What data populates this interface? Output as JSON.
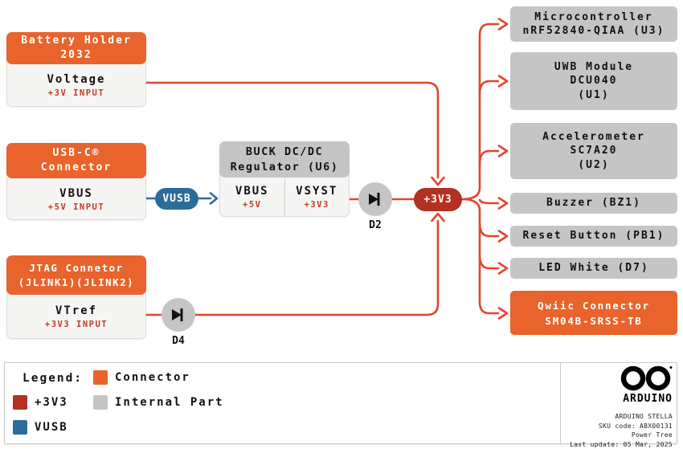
{
  "colors": {
    "orange": "#E8642C",
    "internal": "#C5C5C5",
    "v3v3": "#B23120",
    "vusb": "#2D6C98",
    "wire": "#E2452C",
    "note-red": "#C43A22",
    "box-bg": "#F5F5F4",
    "box-border": "#DBDBD9"
  },
  "sources": [
    {
      "title_lines": [
        "Battery Holder",
        "2032"
      ],
      "signal": "Voltage",
      "note": "+3V INPUT"
    },
    {
      "title_lines": [
        "USB-C®",
        "Connector"
      ],
      "signal": "VBUS",
      "note": "+5V INPUT"
    },
    {
      "title_lines": [
        "JTAG Connetor",
        "(JLINK1)(JLINK2)"
      ],
      "signal": "VTref",
      "note": "+3V3 INPUT"
    }
  ],
  "regulator": {
    "title_lines": [
      "BUCK DC/DC",
      "Regulator (U6)"
    ],
    "cells": [
      {
        "signal": "VBUS",
        "note": "+5V"
      },
      {
        "signal": "VSYST",
        "note": "+3V3"
      }
    ]
  },
  "nodes": {
    "vusb": "VUSB",
    "v3v3": "+3V3",
    "d2": "D2",
    "d4": "D4"
  },
  "loads": [
    {
      "lines": [
        "Microcontroller",
        "nRF52840-QIAA (U3)"
      ],
      "type": "internal"
    },
    {
      "lines": [
        "UWB Module",
        "DCU040",
        "(U1)"
      ],
      "type": "internal"
    },
    {
      "lines": [
        "Accelerometer",
        "SC7A20",
        "(U2)"
      ],
      "type": "internal"
    },
    {
      "lines": [
        "Buzzer (BZ1)"
      ],
      "type": "internal"
    },
    {
      "lines": [
        "Reset Button (PB1)"
      ],
      "type": "internal"
    },
    {
      "lines": [
        "LED White (D7)"
      ],
      "type": "internal"
    },
    {
      "lines": [
        "Qwiic Connector",
        "SM04B-SRSS-TB"
      ],
      "type": "connector"
    }
  ],
  "legend": {
    "title": "Legend:",
    "items": [
      {
        "label": "+3V3",
        "color_key": "v3v3"
      },
      {
        "label": "VUSB",
        "color_key": "vusb"
      },
      {
        "label": "Connector",
        "color_key": "orange"
      },
      {
        "label": "Internal Part",
        "color_key": "internal"
      }
    ]
  },
  "footer": {
    "brand": "ARDUINO",
    "lines": [
      "ARDUINO STELLA",
      "SKU code: ABX00131",
      "Power Tree",
      "Last update: 05 Mar, 2025"
    ]
  }
}
